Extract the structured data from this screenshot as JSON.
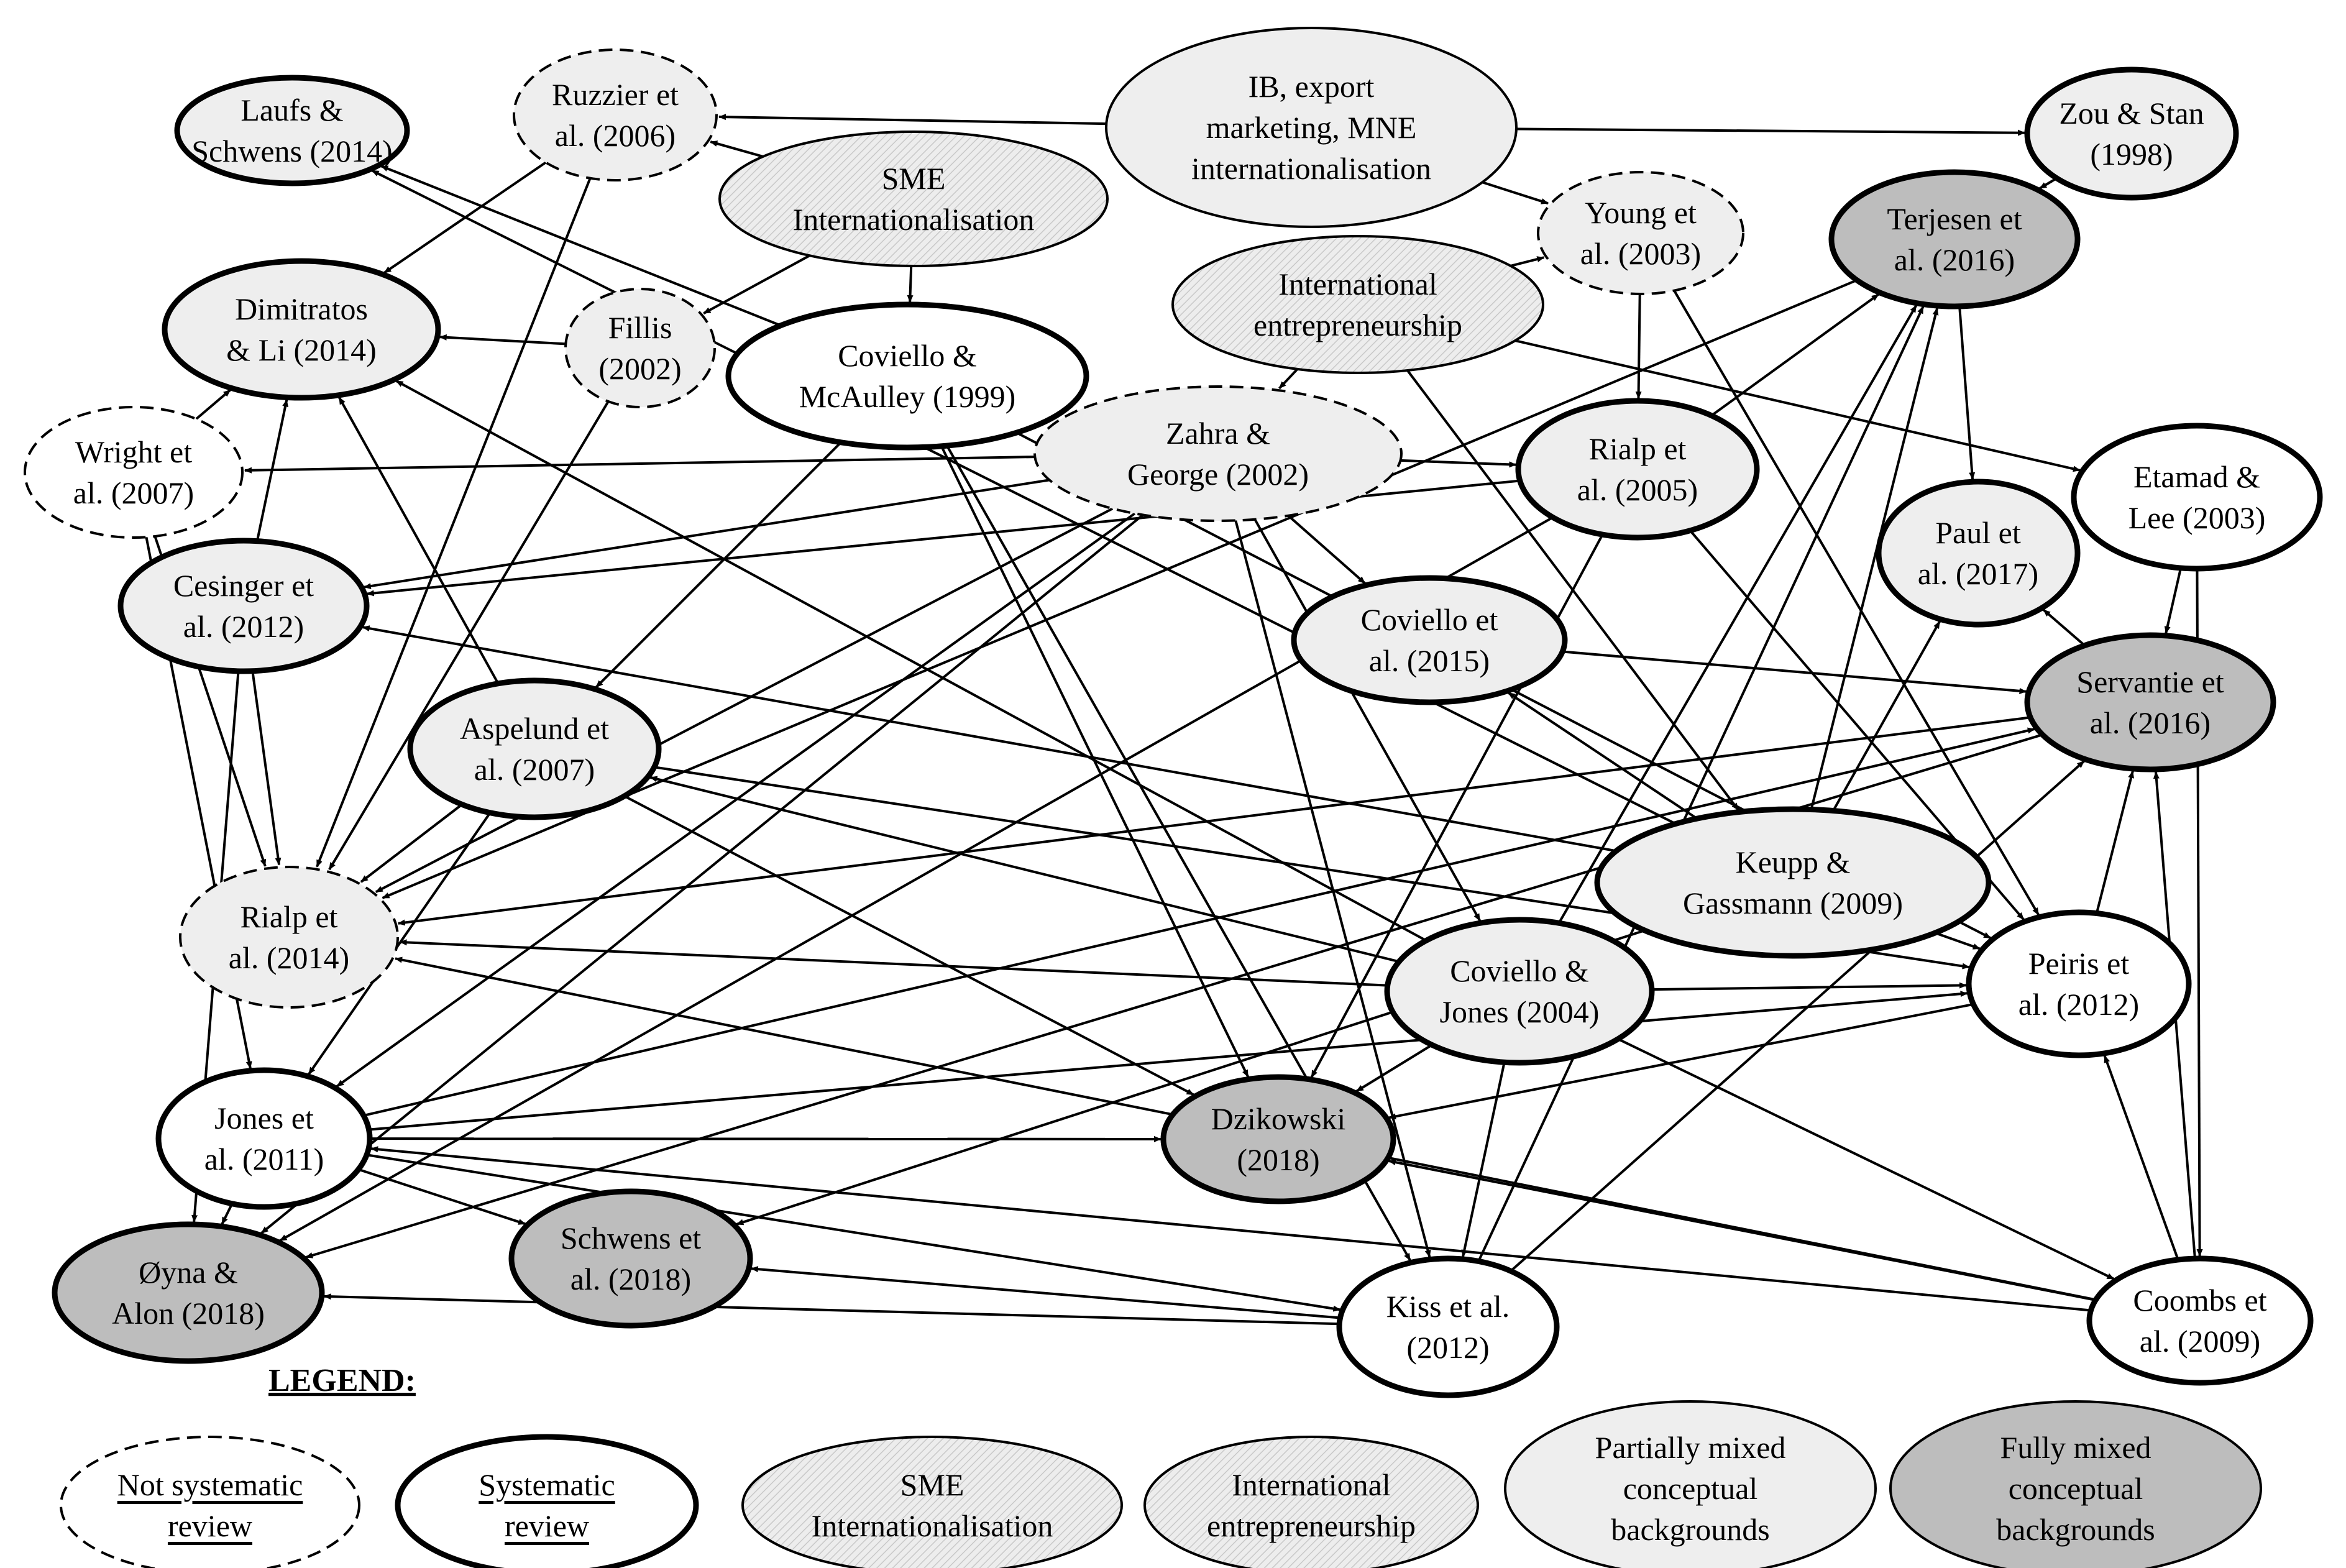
{
  "colors": {
    "partial": "#eeeeee",
    "full": "#bdbdbd",
    "hatch_bg": "#ededed",
    "hatch_line": "#c8c8c8",
    "stroke": "#000000",
    "white": "#ffffff"
  },
  "nodes": [
    {
      "id": "laufs",
      "lines": [
        "Laufs &",
        "Schwens (2014)"
      ],
      "border": "thick",
      "fill": "partial"
    },
    {
      "id": "ruzzier",
      "lines": [
        "Ruzzier et",
        "al. (2006)"
      ],
      "border": "dashed",
      "fill": "partial"
    },
    {
      "id": "ib",
      "lines": [
        "IB, export",
        "marketing, MNE",
        "internationalisation"
      ],
      "border": "thin",
      "fill": "partial"
    },
    {
      "id": "zou",
      "lines": [
        "Zou & Stan",
        "(1998)"
      ],
      "border": "thick",
      "fill": "partial"
    },
    {
      "id": "sme",
      "lines": [
        "SME",
        "Internationalisation"
      ],
      "border": "thin",
      "fill": "hatch"
    },
    {
      "id": "young",
      "lines": [
        "Young et",
        "al. (2003)"
      ],
      "border": "dashed",
      "fill": "partial"
    },
    {
      "id": "terjesen",
      "lines": [
        "Terjesen et",
        "al. (2016)"
      ],
      "border": "thick",
      "fill": "full"
    },
    {
      "id": "dimitratos",
      "lines": [
        "Dimitratos",
        "& Li (2014)"
      ],
      "border": "thick",
      "fill": "partial"
    },
    {
      "id": "fillis",
      "lines": [
        "Fillis",
        "(2002)"
      ],
      "border": "dashed",
      "fill": "partial"
    },
    {
      "id": "coviello99",
      "lines": [
        "Coviello &",
        "McAulley (1999)"
      ],
      "border": "thick",
      "fill": "white"
    },
    {
      "id": "ie",
      "lines": [
        "International",
        "entrepreneurship"
      ],
      "border": "thin",
      "fill": "hatch"
    },
    {
      "id": "wright",
      "lines": [
        "Wright et",
        "al. (2007)"
      ],
      "border": "dashed",
      "fill": "white"
    },
    {
      "id": "zahra",
      "lines": [
        "Zahra &",
        "George (2002)"
      ],
      "border": "dashed",
      "fill": "partial"
    },
    {
      "id": "rialp05",
      "lines": [
        "Rialp et",
        "al. (2005)"
      ],
      "border": "thick",
      "fill": "partial"
    },
    {
      "id": "etamad",
      "lines": [
        "Etamad &",
        "Lee (2003)"
      ],
      "border": "thick",
      "fill": "white"
    },
    {
      "id": "paul",
      "lines": [
        "Paul et",
        "al. (2017)"
      ],
      "border": "thick",
      "fill": "partial"
    },
    {
      "id": "cesinger",
      "lines": [
        "Cesinger et",
        "al. (2012)"
      ],
      "border": "thick",
      "fill": "partial"
    },
    {
      "id": "coviello15",
      "lines": [
        "Coviello et",
        "al. (2015)"
      ],
      "border": "thick",
      "fill": "partial"
    },
    {
      "id": "servantie",
      "lines": [
        "Servantie et",
        "al. (2016)"
      ],
      "border": "thick",
      "fill": "full"
    },
    {
      "id": "aspelund",
      "lines": [
        "Aspelund et",
        "al. (2007)"
      ],
      "border": "thick",
      "fill": "partial"
    },
    {
      "id": "keupp",
      "lines": [
        "Keupp &",
        "Gassmann (2009)"
      ],
      "border": "thick",
      "fill": "partial"
    },
    {
      "id": "rialp14",
      "lines": [
        "Rialp et",
        "al. (2014)"
      ],
      "border": "dashed",
      "fill": "partial"
    },
    {
      "id": "coviello04",
      "lines": [
        "Coviello &",
        "Jones (2004)"
      ],
      "border": "thick",
      "fill": "partial"
    },
    {
      "id": "peiris",
      "lines": [
        "Peiris et",
        "al. (2012)"
      ],
      "border": "thick",
      "fill": "white"
    },
    {
      "id": "jones",
      "lines": [
        "Jones et",
        "al. (2011)"
      ],
      "border": "thick",
      "fill": "white"
    },
    {
      "id": "dzikowski",
      "lines": [
        "Dzikowski",
        "(2018)"
      ],
      "border": "thick",
      "fill": "full"
    },
    {
      "id": "oyna",
      "lines": [
        "Øyna &",
        "Alon (2018)"
      ],
      "border": "thick",
      "fill": "full"
    },
    {
      "id": "schwens",
      "lines": [
        "Schwens et",
        "al. (2018)"
      ],
      "border": "thick",
      "fill": "full"
    },
    {
      "id": "kiss",
      "lines": [
        "Kiss et al.",
        "(2012)"
      ],
      "border": "thick",
      "fill": "white"
    },
    {
      "id": "coombs",
      "lines": [
        "Coombs et",
        "al. (2009)"
      ],
      "border": "thick",
      "fill": "white"
    }
  ],
  "edges": [
    [
      "ib",
      "ruzzier"
    ],
    [
      "ib",
      "zou"
    ],
    [
      "ib",
      "young"
    ],
    [
      "sme",
      "ruzzier"
    ],
    [
      "sme",
      "fillis"
    ],
    [
      "sme",
      "coviello99"
    ],
    [
      "ie",
      "young"
    ],
    [
      "ie",
      "zahra"
    ],
    [
      "ie",
      "etamad"
    ],
    [
      "ie",
      "keupp"
    ],
    [
      "zou",
      "terjesen"
    ],
    [
      "young",
      "rialp05"
    ],
    [
      "young",
      "peiris"
    ],
    [
      "terjesen",
      "paul"
    ],
    [
      "terjesen",
      "rialp14"
    ],
    [
      "ruzzier",
      "dimitratos"
    ],
    [
      "ruzzier",
      "rialp14"
    ],
    [
      "fillis",
      "dimitratos"
    ],
    [
      "fillis",
      "rialp14"
    ],
    [
      "coviello99",
      "laufs"
    ],
    [
      "coviello99",
      "aspelund"
    ],
    [
      "coviello99",
      "dzikowski"
    ],
    [
      "coviello99",
      "kiss"
    ],
    [
      "coviello99",
      "peiris"
    ],
    [
      "zahra",
      "wright"
    ],
    [
      "zahra",
      "rialp05"
    ],
    [
      "zahra",
      "coviello15"
    ],
    [
      "zahra",
      "cesinger"
    ],
    [
      "zahra",
      "rialp14"
    ],
    [
      "zahra",
      "jones"
    ],
    [
      "zahra",
      "oyna"
    ],
    [
      "zahra",
      "kiss"
    ],
    [
      "zahra",
      "coviello04"
    ],
    [
      "rialp05",
      "cesinger"
    ],
    [
      "rialp05",
      "terjesen"
    ],
    [
      "rialp05",
      "dzikowski"
    ],
    [
      "rialp05",
      "oyna"
    ],
    [
      "rialp05",
      "peiris"
    ],
    [
      "wright",
      "dimitratos"
    ],
    [
      "wright",
      "rialp14"
    ],
    [
      "wright",
      "jones"
    ],
    [
      "cesinger",
      "dimitratos"
    ],
    [
      "cesinger",
      "rialp14"
    ],
    [
      "cesinger",
      "oyna"
    ],
    [
      "etamad",
      "servantie"
    ],
    [
      "etamad",
      "coombs"
    ],
    [
      "aspelund",
      "dimitratos"
    ],
    [
      "aspelund",
      "rialp14"
    ],
    [
      "aspelund",
      "jones"
    ],
    [
      "aspelund",
      "peiris"
    ],
    [
      "aspelund",
      "dzikowski"
    ],
    [
      "coviello15",
      "servantie"
    ],
    [
      "servantie",
      "paul"
    ],
    [
      "servantie",
      "rialp14"
    ],
    [
      "servantie",
      "oyna"
    ],
    [
      "keupp",
      "laufs"
    ],
    [
      "keupp",
      "cesinger"
    ],
    [
      "keupp",
      "coviello15"
    ],
    [
      "keupp",
      "terjesen"
    ],
    [
      "keupp",
      "paul"
    ],
    [
      "keupp",
      "schwens"
    ],
    [
      "keupp",
      "peiris"
    ],
    [
      "coviello04",
      "dimitratos"
    ],
    [
      "coviello04",
      "aspelund"
    ],
    [
      "coviello04",
      "rialp14"
    ],
    [
      "coviello04",
      "terjesen"
    ],
    [
      "coviello04",
      "peiris"
    ],
    [
      "coviello04",
      "dzikowski"
    ],
    [
      "coviello04",
      "kiss"
    ],
    [
      "coviello04",
      "coombs"
    ],
    [
      "peiris",
      "servantie"
    ],
    [
      "peiris",
      "dzikowski"
    ],
    [
      "jones",
      "dzikowski"
    ],
    [
      "jones",
      "oyna"
    ],
    [
      "jones",
      "schwens"
    ],
    [
      "jones",
      "kiss"
    ],
    [
      "jones",
      "peiris"
    ],
    [
      "jones",
      "servantie"
    ],
    [
      "coombs",
      "peiris"
    ],
    [
      "coombs",
      "servantie"
    ],
    [
      "coombs",
      "dzikowski"
    ],
    [
      "coombs",
      "rialp14"
    ],
    [
      "coombs",
      "jones"
    ],
    [
      "kiss",
      "oyna"
    ],
    [
      "kiss",
      "schwens"
    ],
    [
      "kiss",
      "servantie"
    ],
    [
      "kiss",
      "terjesen"
    ]
  ],
  "legend": {
    "title": "LEGEND:",
    "items": [
      {
        "id": "leg_ns",
        "lines": [
          "Not systematic",
          "review"
        ],
        "border": "dashed",
        "fill": "white",
        "underline": true
      },
      {
        "id": "leg_s",
        "lines": [
          "Systematic",
          "review"
        ],
        "border": "thick",
        "fill": "white",
        "underline": true
      },
      {
        "id": "leg_sme",
        "lines": [
          "SME",
          "Internationalisation"
        ],
        "border": "thin",
        "fill": "hatch",
        "underline": false
      },
      {
        "id": "leg_ie",
        "lines": [
          "International",
          "entrepreneurship"
        ],
        "border": "thin",
        "fill": "hatch",
        "underline": false
      },
      {
        "id": "leg_pm",
        "lines": [
          "Partially mixed",
          "conceptual",
          "backgrounds"
        ],
        "border": "thin",
        "fill": "partial",
        "underline": false
      },
      {
        "id": "leg_fm",
        "lines": [
          "Fully mixed",
          "conceptual",
          "backgrounds"
        ],
        "border": "thin",
        "fill": "full",
        "underline": false
      }
    ]
  }
}
